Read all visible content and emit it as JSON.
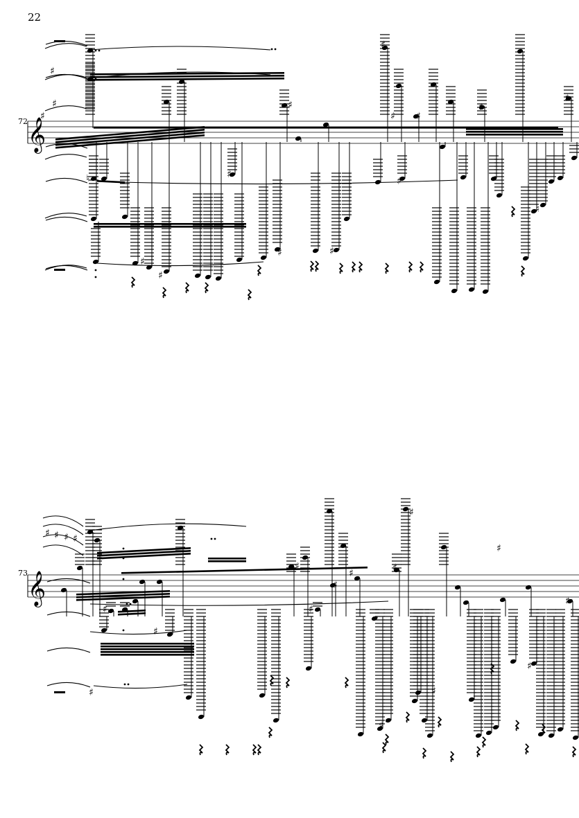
{
  "page": {
    "number": "22"
  },
  "systems": [
    {
      "measure_number": "72",
      "clef": "treble",
      "accidentals": [
        "♯",
        "♯",
        "♯",
        "♮",
        "♯",
        "♯",
        "♯",
        "♯",
        "♯",
        "♯",
        "♯",
        "♯",
        "♯"
      ]
    },
    {
      "measure_number": "73",
      "clef": "treble",
      "accidentals": [
        "♯",
        "♯",
        "♯",
        "♯",
        "♯",
        "♯",
        "♯",
        "♯",
        "♯",
        "♯",
        "♯",
        "♯",
        "♯"
      ]
    }
  ],
  "colors": {
    "ink": "#000000",
    "paper": "#ffffff"
  },
  "icons": {
    "clef": "treble-clef-icon",
    "rest": "quarter-rest-icon"
  }
}
